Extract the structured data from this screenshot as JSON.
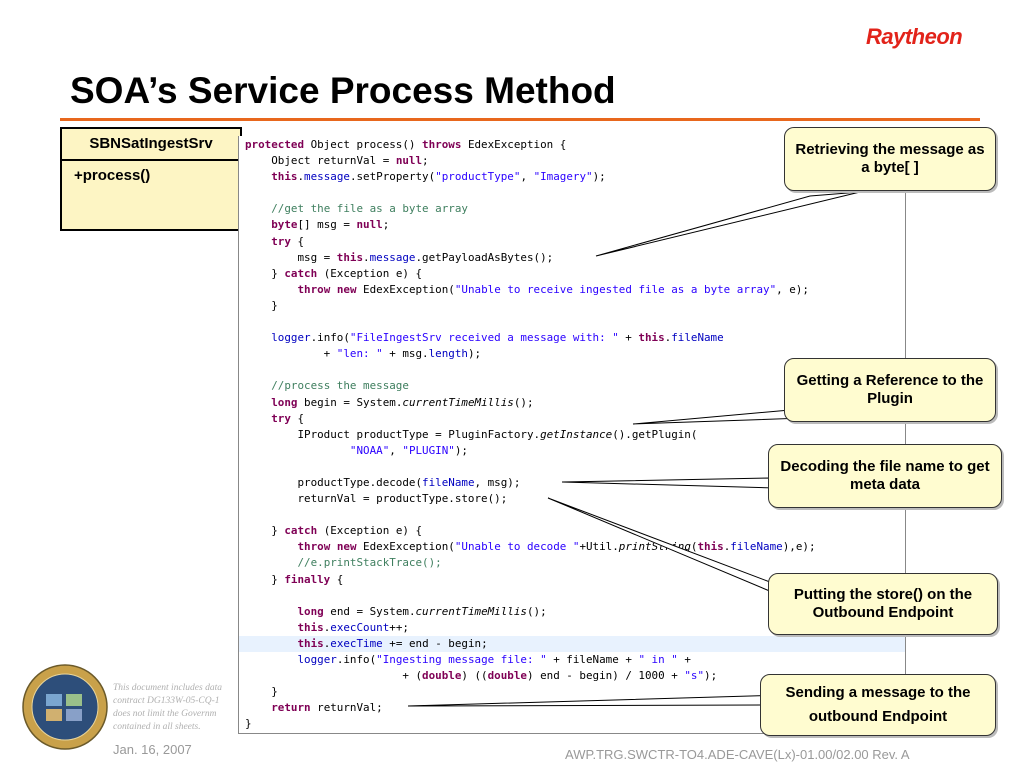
{
  "header": {
    "logo_text": "Raytheon",
    "title": "SOA’s Service Process Method"
  },
  "uml": {
    "class_name": "SBNSatIngestSrv",
    "method": "+process()"
  },
  "callouts": {
    "c1": "Retrieving the message as a byte[ ]",
    "c2": "Getting a Reference to the Plugin",
    "c3": "Decoding the file name to get meta data",
    "c4": "Putting the store() on the Outbound Endpoint",
    "c5": "Sending a message to the outbound Endpoint"
  },
  "footer": {
    "disclaimer_lines": [
      "This document includes data",
      "contract DG133W-05-CQ-1",
      "does not limit the Governm",
      "contained in all sheets."
    ],
    "date": "Jan. 16, 2007",
    "doc_id": "AWP.TRG.SWCTR-TO4.ADE-CAVE(Lx)-01.00/02.00 Rev. A"
  },
  "colors": {
    "accent_rule": "#e8671d",
    "logo_red": "#e2231a",
    "callout_fill": "#fffcd0",
    "uml_fill": "#fdf5c4"
  }
}
